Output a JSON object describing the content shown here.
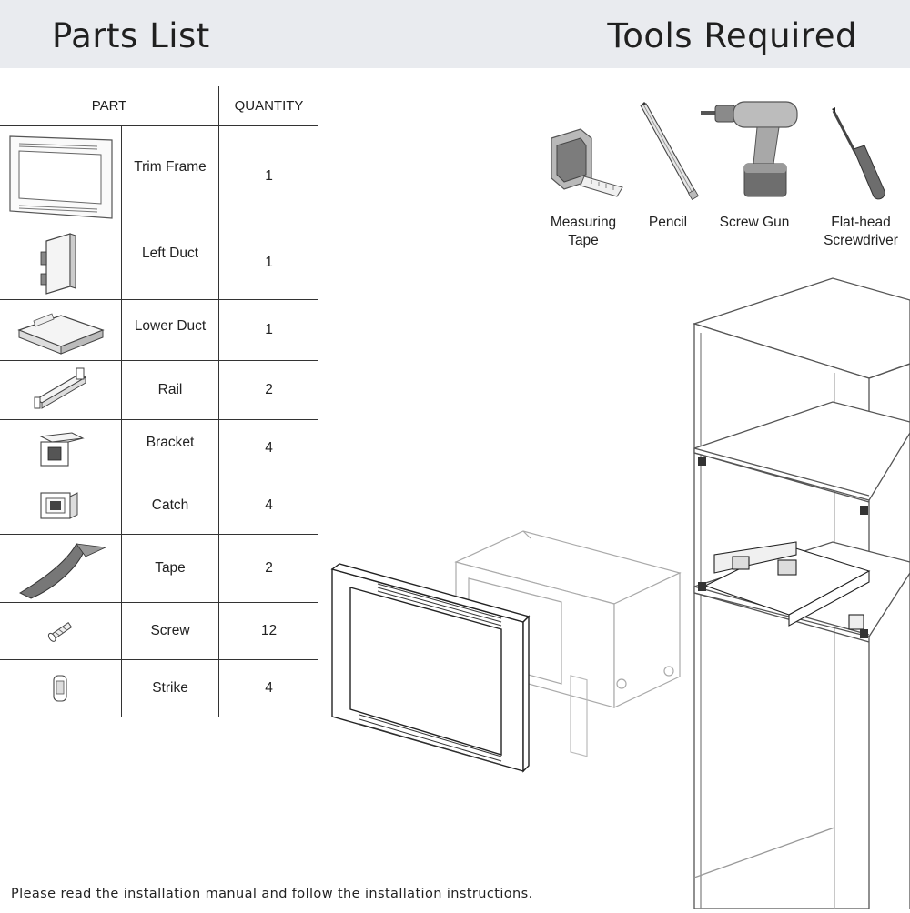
{
  "header": {
    "parts_title": "Parts List",
    "tools_title": "Tools Required"
  },
  "parts_table": {
    "columns": [
      "PART",
      "QUANTITY"
    ],
    "rows": [
      {
        "name": "Trim Frame",
        "quantity": "1",
        "icon": "trim-frame-icon"
      },
      {
        "name": "Left Duct",
        "quantity": "1",
        "icon": "left-duct-icon"
      },
      {
        "name": "Lower Duct",
        "quantity": "1",
        "icon": "lower-duct-icon"
      },
      {
        "name": "Rail",
        "quantity": "2",
        "icon": "rail-icon"
      },
      {
        "name": "Bracket",
        "quantity": "4",
        "icon": "bracket-icon"
      },
      {
        "name": "Catch",
        "quantity": "4",
        "icon": "catch-icon"
      },
      {
        "name": "Tape",
        "quantity": "2",
        "icon": "tape-icon"
      },
      {
        "name": "Screw",
        "quantity": "12",
        "icon": "screw-icon"
      },
      {
        "name": "Strike",
        "quantity": "4",
        "icon": "strike-icon"
      }
    ]
  },
  "tools": [
    {
      "label_line1": "Measuring",
      "label_line2": "Tape",
      "icon": "measuring-tape-icon"
    },
    {
      "label_line1": "Pencil",
      "label_line2": "",
      "icon": "pencil-icon"
    },
    {
      "label_line1": "Screw Gun",
      "label_line2": "",
      "icon": "screw-gun-icon"
    },
    {
      "label_line1": "Flat-head",
      "label_line2": "Screwdriver",
      "icon": "flat-head-screwdriver-icon"
    }
  ],
  "footer": {
    "note": "Please read the installation manual and follow the installation instructions."
  }
}
